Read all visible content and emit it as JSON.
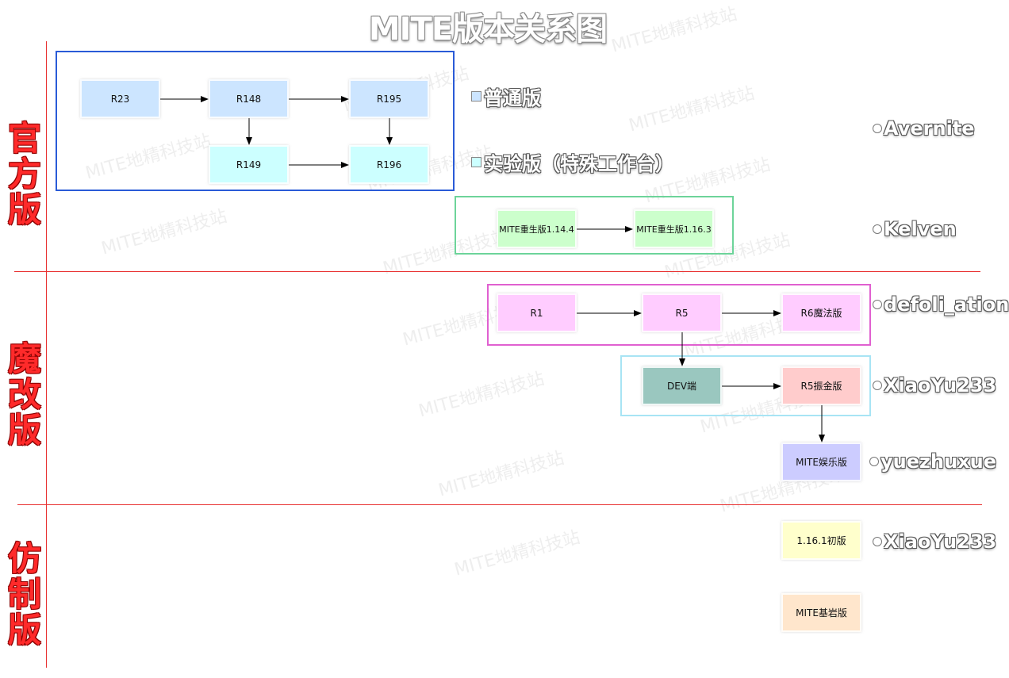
{
  "title": "MITE版本关系图",
  "categories": {
    "official": "官\n方\n版",
    "modded": "魔\n改\n版",
    "imitation": "仿\n制\n版"
  },
  "legend": {
    "regular": "普通版",
    "experimental": "实验版（特殊工作台）"
  },
  "nodes": {
    "r23": "R23",
    "r148": "R148",
    "r195": "R195",
    "r149": "R149",
    "r196": "R196",
    "rebirth_1144": "MITE重生版1.14.4",
    "rebirth_1163": "MITE重生版1.16.3",
    "r1": "R1",
    "r5": "R5",
    "r6_magic": "R6魔法版",
    "dev": "DEV端",
    "r5_revive": "R5振金版",
    "entertainment": "MITE娱乐版",
    "early_1161": "1.16.1初版",
    "bedrock": "MITE基岩版"
  },
  "authors": {
    "avernite": "Avernite",
    "kelven": "Kelven",
    "defoli": "defoli_ation",
    "xiaoyu_1": "XiaoYu233",
    "yuezhuxue": "yuezhuxue",
    "xiaoyu_2": "XiaoYu233"
  },
  "watermark": "MITE地精科技站",
  "colors": {
    "regular": "#cce5ff",
    "experimental": "#ccffff",
    "rebirth": "#ccffcc",
    "magic": "#ffccff",
    "dev": "#9ac7bf",
    "revive": "#ffcccc",
    "entertainment": "#ccccff",
    "early": "#ffffcc",
    "bedrock": "#ffe6cc",
    "divider": "#e83030",
    "category_text": "#ff2a2a"
  }
}
